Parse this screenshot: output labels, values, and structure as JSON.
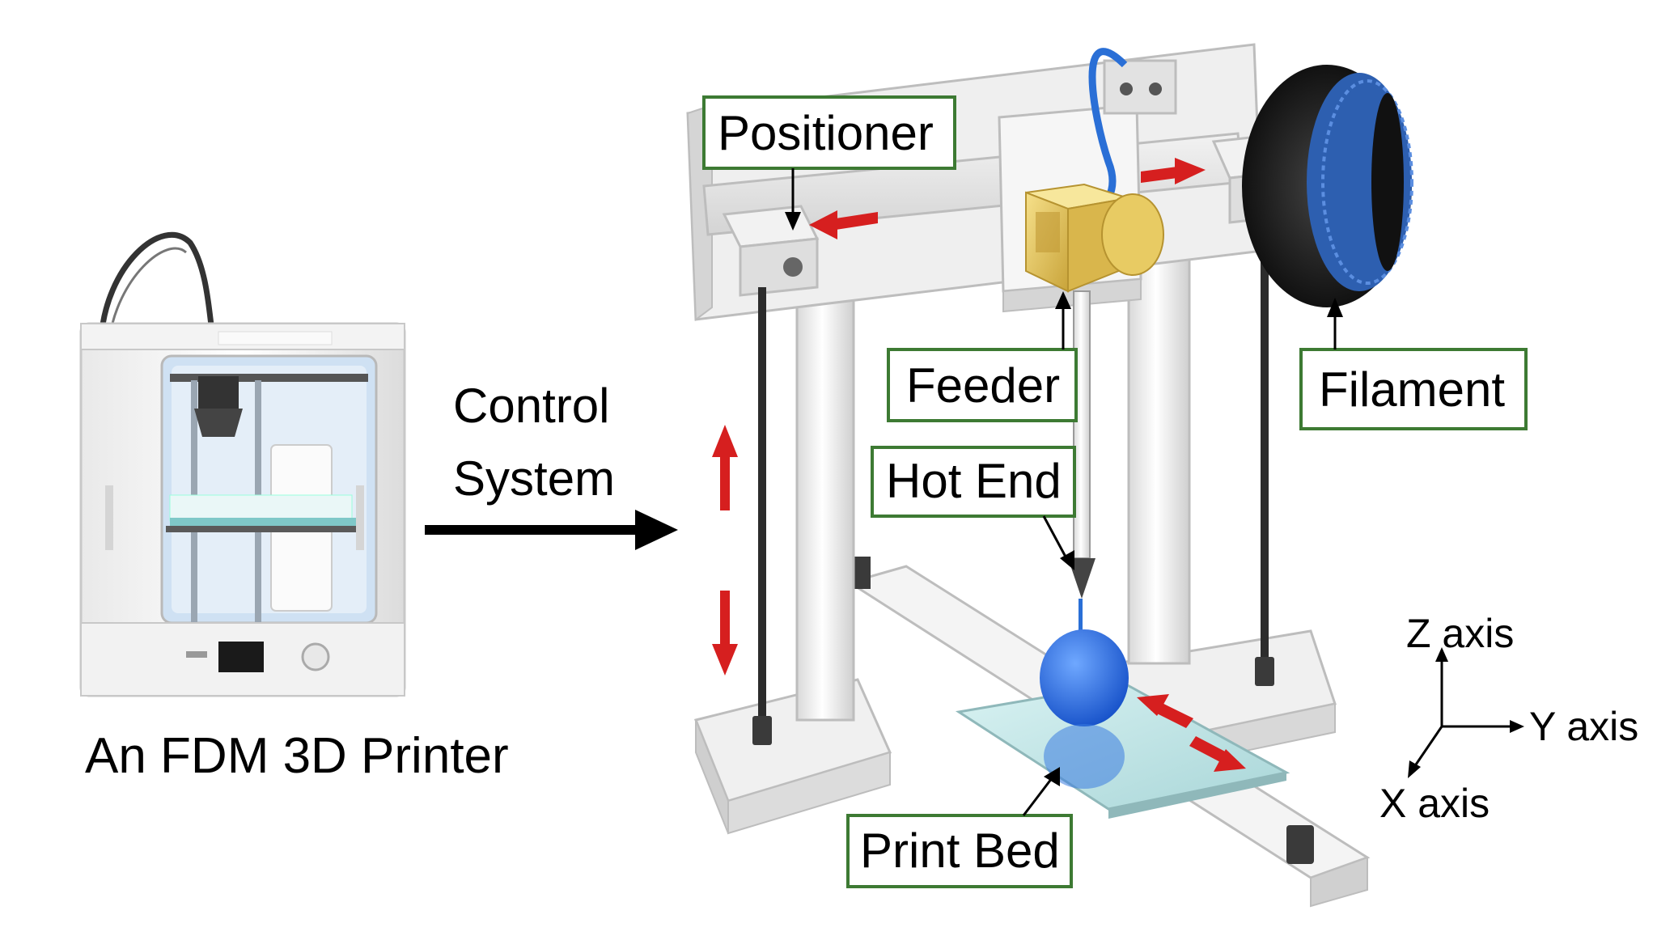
{
  "caption": "An FDM 3D Printer",
  "control_system": [
    "Control",
    "System"
  ],
  "labels": {
    "positioner": "Positioner",
    "feeder": "Feeder",
    "filament": "Filament",
    "hot_end": "Hot End",
    "print_bed": "Print Bed"
  },
  "axes": {
    "z": "Z axis",
    "y": "Y axis",
    "x": "X axis"
  },
  "colors": {
    "label_border": "#3d7a33",
    "arrow_red": "#d61f1f",
    "filament_blue": "#2a6fd6",
    "frame_gray": "#e6e6e6",
    "feeder_gold": "#e2c24a"
  }
}
